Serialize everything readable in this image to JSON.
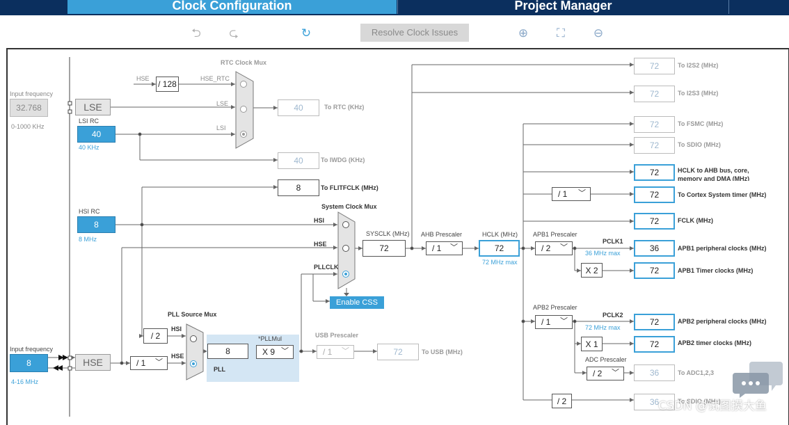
{
  "tabs": {
    "clock_config": "Clock Configuration",
    "project_manager": "Project Manager"
  },
  "toolbar": {
    "undo": "⮌",
    "redo": "⮎",
    "refresh": "↻",
    "resolve": "Resolve Clock Issues",
    "zoom_in": "⊕",
    "fit": "⛶",
    "zoom_out": "⊖"
  },
  "lse_input": {
    "title": "Input frequency",
    "value": "32.768",
    "range": "0-1000 KHz",
    "label": "LSE"
  },
  "lsi": {
    "title": "LSI RC",
    "value": "40",
    "freq": "40 KHz"
  },
  "rtc_mux": {
    "title": "RTC Clock Mux",
    "hse_label": "HSE",
    "div128": "/ 128",
    "hse_rtc": "HSE_RTC",
    "lse": "LSE",
    "lsi": "LSI"
  },
  "rtc_out": {
    "value": "40",
    "label": "To RTC (KHz)"
  },
  "iwdg_out": {
    "value": "40",
    "label": "To IWDG (KHz)"
  },
  "flit_out": {
    "value": "8",
    "label": "To FLITFCLK (MHz)"
  },
  "hsi": {
    "title": "HSI RC",
    "value": "8",
    "freq": "8 MHz"
  },
  "sys_mux": {
    "title": "System Clock Mux",
    "hsi": "HSI",
    "hse": "HSE",
    "pllclk": "PLLCLK"
  },
  "css_button": "Enable CSS",
  "sysclk": {
    "title": "SYSCLK (MHz)",
    "value": "72"
  },
  "ahb": {
    "title": "AHB Prescaler",
    "value": "/ 1"
  },
  "hclk": {
    "title": "HCLK (MHz)",
    "value": "72",
    "max": "72 MHz max"
  },
  "hse_input": {
    "title": "Input frequency",
    "value": "8",
    "range": "4-16 MHz",
    "label": "HSE"
  },
  "pll_mux": {
    "title": "PLL Source Mux",
    "div2": "/ 2",
    "hsi": "HSI",
    "hse": "HSE",
    "prediv": "/ 1"
  },
  "pll": {
    "value": "8",
    "mul_title": "*PLLMul",
    "mul": "X 9",
    "label": "PLL"
  },
  "usb": {
    "title": "USB Prescaler",
    "value": "/ 1",
    "out": "72",
    "label": "To USB (MHz)"
  },
  "outputs": {
    "i2s2": {
      "value": "72",
      "label": "To I2S2 (MHz)"
    },
    "i2s3": {
      "value": "72",
      "label": "To I2S3 (MHz)"
    },
    "fsmc": {
      "value": "72",
      "label": "To FSMC (MHz)"
    },
    "sdio": {
      "value": "72",
      "label": "To SDIO (MHz)"
    },
    "hclk_ahb": {
      "value": "72",
      "label1": "HCLK to AHB bus, core,",
      "label2": "memory and DMA (MHz)"
    },
    "cortex": {
      "div": "/ 1",
      "value": "72",
      "label": "To Cortex System timer (MHz)"
    },
    "fclk": {
      "value": "72",
      "label": "FCLK (MHz)"
    }
  },
  "apb1": {
    "title": "APB1 Prescaler",
    "value": "/ 2",
    "pclk": "PCLK1",
    "max": "36 MHz max",
    "periph": "36",
    "periph_label": "APB1 peripheral clocks (MHz)",
    "mult": "X 2",
    "timer": "72",
    "timer_label": "APB1 Timer clocks (MHz)"
  },
  "apb2": {
    "title": "APB2 Prescaler",
    "value": "/ 1",
    "pclk": "PCLK2",
    "max": "72 MHz max",
    "periph": "72",
    "periph_label": "APB2 peripheral clocks (MHz)",
    "mult": "X 1",
    "timer": "72",
    "timer_label": "APB2 timer clocks (MHz)"
  },
  "adc": {
    "title": "ADC Prescaler",
    "value": "/ 2",
    "out": "36",
    "label": "To ADC1,2,3"
  },
  "sdio_bottom": {
    "div": "/ 2",
    "out": "36",
    "label": "To SDIO (MHz)"
  },
  "watermark": "CSDN @试图摸大鱼"
}
